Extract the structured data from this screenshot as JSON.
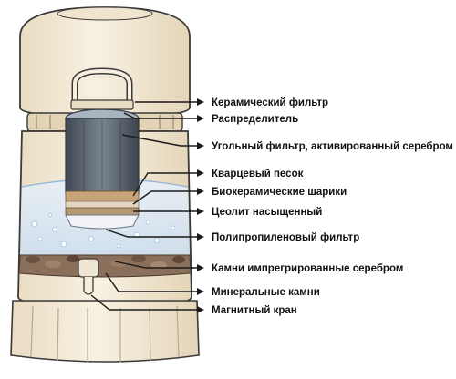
{
  "diagram": {
    "labels": [
      {
        "id": "ceramic",
        "text": "Керамический фильтр"
      },
      {
        "id": "distributor",
        "text": "Распределитель"
      },
      {
        "id": "carbon",
        "text": "Угольный фильтр, активированный серебром"
      },
      {
        "id": "quartz",
        "text": "Кварцевый песок"
      },
      {
        "id": "bioceramic",
        "text": "Биокерамические шарики"
      },
      {
        "id": "zeolite",
        "text": "Цеолит насыщенный"
      },
      {
        "id": "polypropylene",
        "text": "Полипропиленовый фильтр"
      },
      {
        "id": "silver-stones",
        "text": "Камни импрегрированные серебром"
      },
      {
        "id": "mineral-stones",
        "text": "Минеральные камни"
      },
      {
        "id": "magnetic-tap",
        "text": "Магнитный кран"
      }
    ]
  },
  "colors": {
    "housing": "#f5ecd9",
    "outline": "#3a3a3a",
    "water": "#d6e6f4",
    "carbon": "#5a6470",
    "sand": "#c9a37a"
  }
}
